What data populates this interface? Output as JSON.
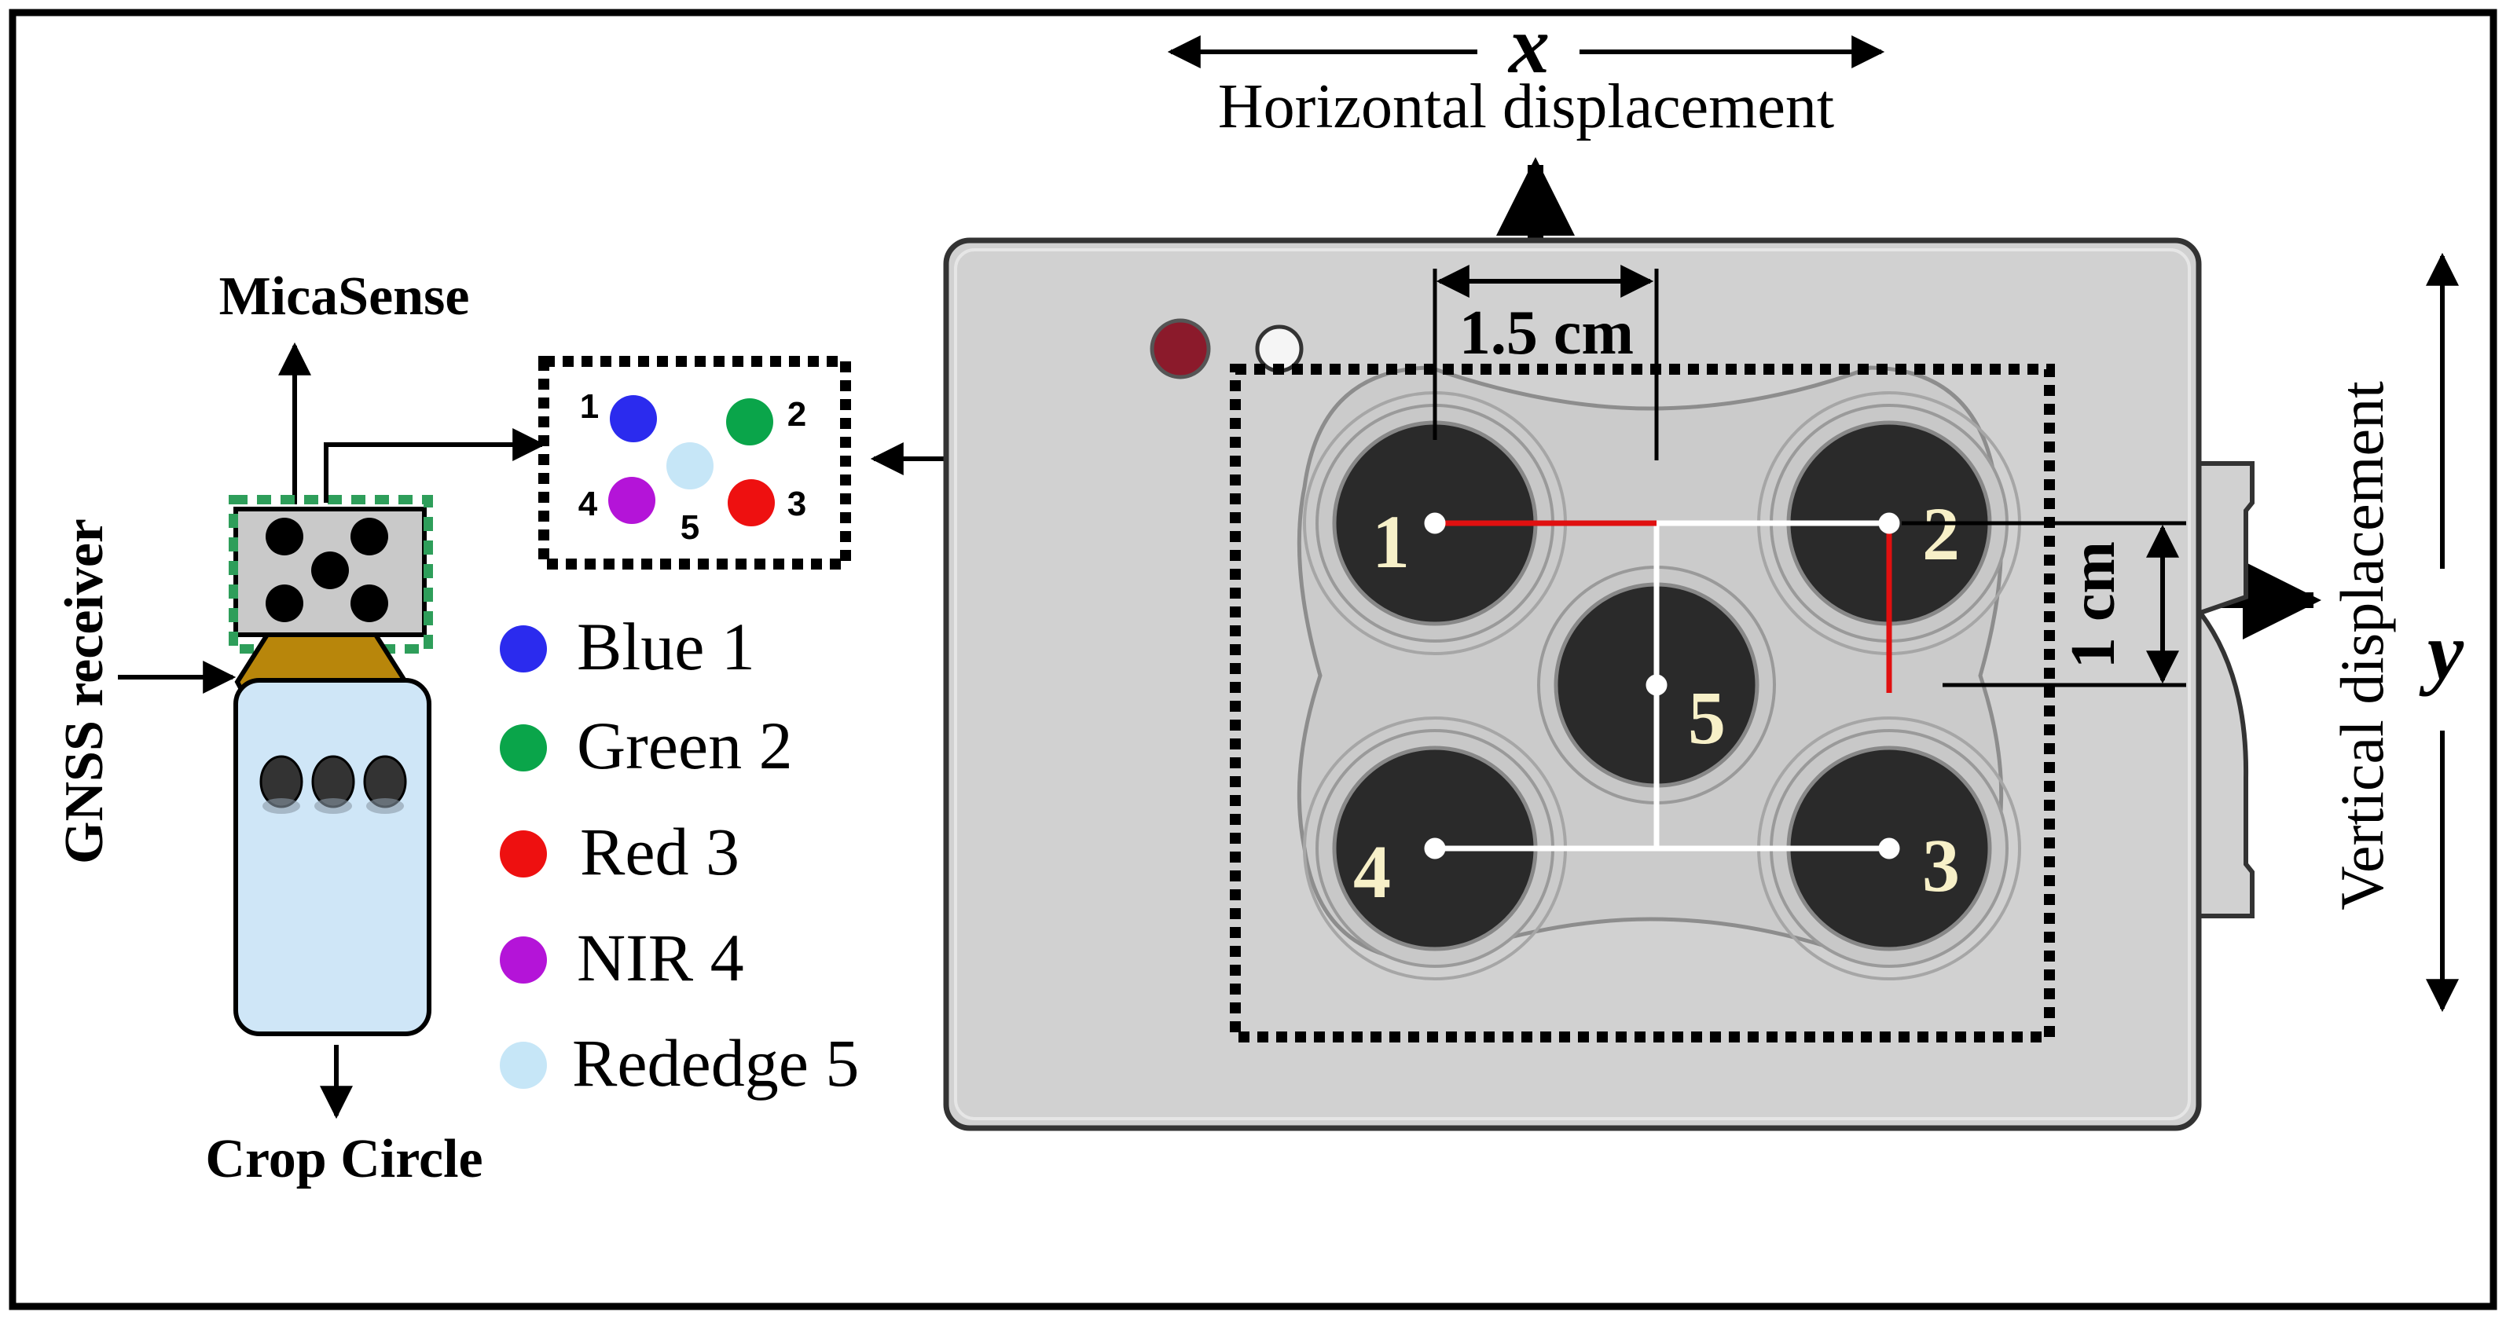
{
  "labels": {
    "x_axis_symbol": "x",
    "horizontal_displacement": "Horizontal displacement",
    "y_axis_symbol": "y",
    "vertical_displacement": "Vertical displacement",
    "horizontal_spacing": "1.5 cm",
    "vertical_spacing": "1 cm",
    "micasense": "MicaSense",
    "gnss_receiver": "GNSS receiver",
    "crop_circle": "Crop Circle"
  },
  "lens_numbers": [
    "1",
    "2",
    "3",
    "4",
    "5"
  ],
  "mini_band_numbers": [
    "1",
    "2",
    "3",
    "4",
    "5"
  ],
  "legend": [
    {
      "label": "Blue 1",
      "color": "#2b2bee"
    },
    {
      "label": "Green 2",
      "color": "#0aa54a"
    },
    {
      "label": "Red 3",
      "color": "#ee1010"
    },
    {
      "label": "NIR 4",
      "color": "#b414d8"
    },
    {
      "label": "Rededge 5",
      "color": "#c6e6f7"
    }
  ],
  "colors": {
    "camera_body": "#d1d1d1",
    "lens": "#2a2a2a",
    "lens_number": "#f7f0c8",
    "offset_red": "#e01010",
    "mount_gold": "#b8860b",
    "crop_circle_body": "#cfe6f7",
    "micasense_outline": "#2e9e5a"
  }
}
